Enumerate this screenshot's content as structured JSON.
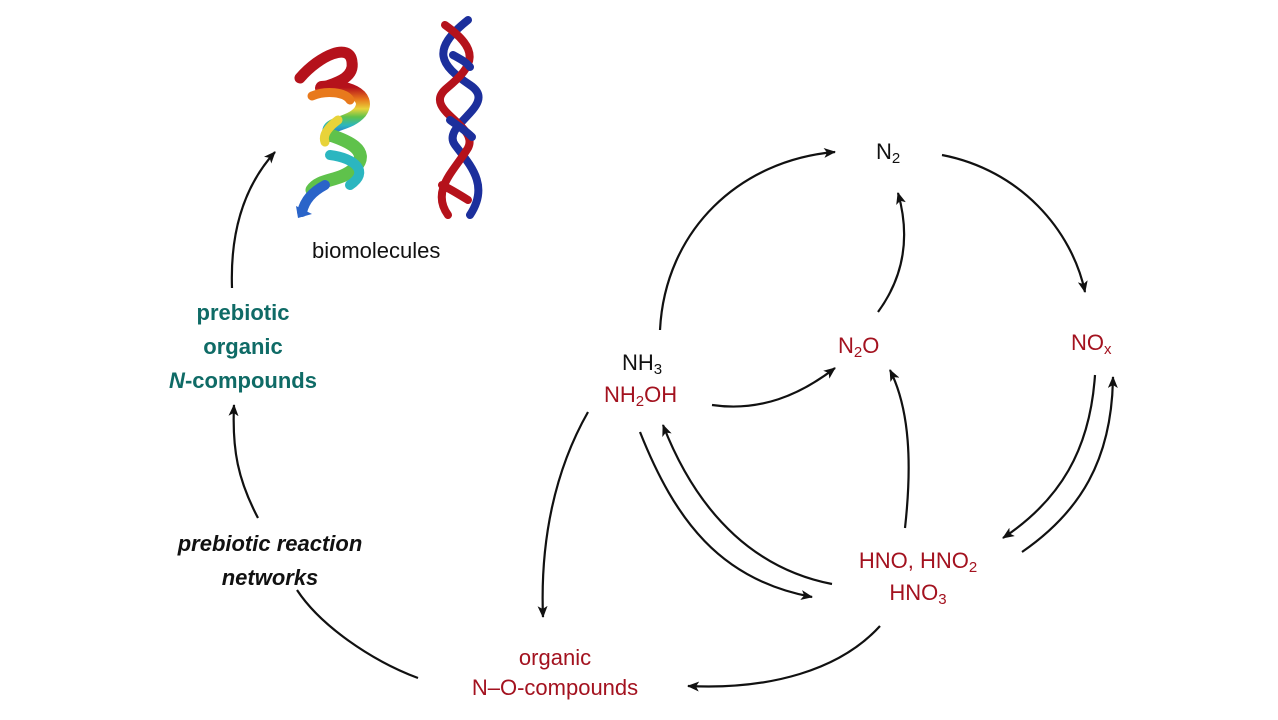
{
  "nodes": {
    "n2": {
      "main": "N",
      "sub": "2"
    },
    "nox": {
      "main": "NO",
      "sub": "x"
    },
    "n2o": {
      "pre": "N",
      "sub": "2",
      "post": "O"
    },
    "nh3": {
      "main": "NH",
      "sub": "3"
    },
    "nh2oh": {
      "pre": "NH",
      "sub": "2",
      "post": "OH"
    },
    "hno_line1": {
      "pre": "HNO, HNO",
      "sub": "2"
    },
    "hno_line2": {
      "main": "HNO",
      "sub": "3"
    },
    "organic_no": {
      "line1": "organic",
      "line2": "N–O-compounds"
    },
    "biomolecules": "biomolecules",
    "prebiotic_organic": {
      "line1": "prebiotic",
      "line2": "organic",
      "line3_italic": "N",
      "line3_rest": "-compounds"
    },
    "prebiotic_networks": {
      "line1": "prebiotic reaction",
      "line2": "networks"
    }
  },
  "colors": {
    "inorganic_red": "#a3121f",
    "teal": "#0f6b66",
    "arrow": "#111111",
    "dna_red": "#b5121b",
    "dna_blue": "#1c2f9c"
  },
  "icons": {
    "protein": "protein-helix-ribbon-icon",
    "dna": "dna-double-helix-icon"
  }
}
